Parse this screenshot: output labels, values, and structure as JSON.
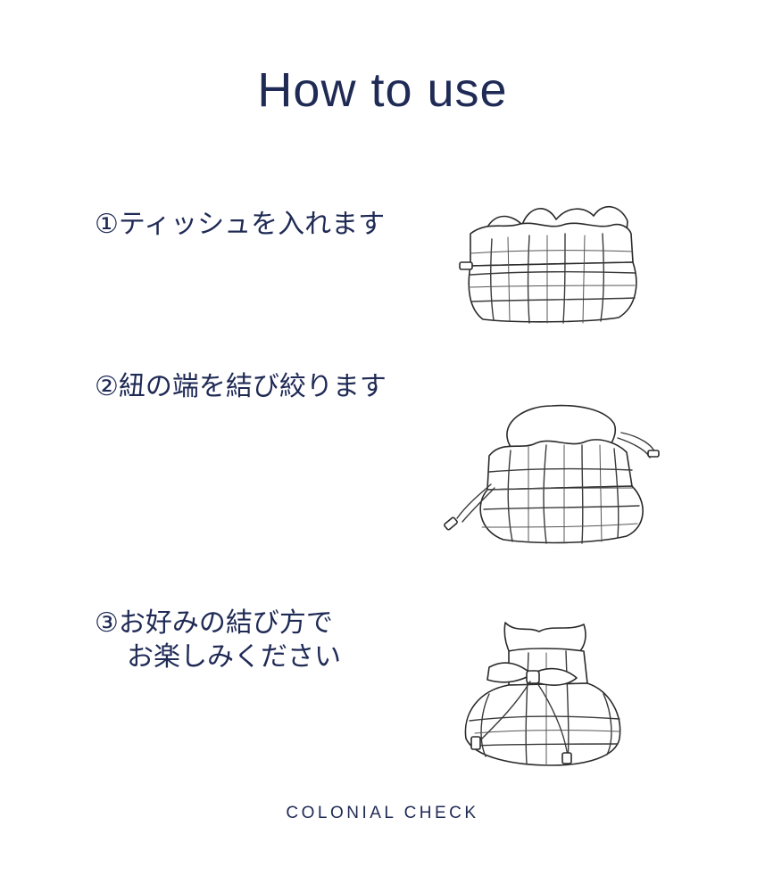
{
  "title": "How to use",
  "steps": [
    {
      "line1": "①ティッシュを入れます",
      "line2": ""
    },
    {
      "line1": "②紐の端を結び絞ります",
      "line2": ""
    },
    {
      "line1": "③お好みの結び方で",
      "line2": "お楽しみください"
    }
  ],
  "illustrations": [
    "pouch-open-icon",
    "pouch-drawn-icon",
    "pouch-bow-icon"
  ],
  "brand": "COLONIAL CHECK",
  "colors": {
    "text": "#1f2a55",
    "line": "#2a2a2a",
    "background": "#ffffff"
  }
}
